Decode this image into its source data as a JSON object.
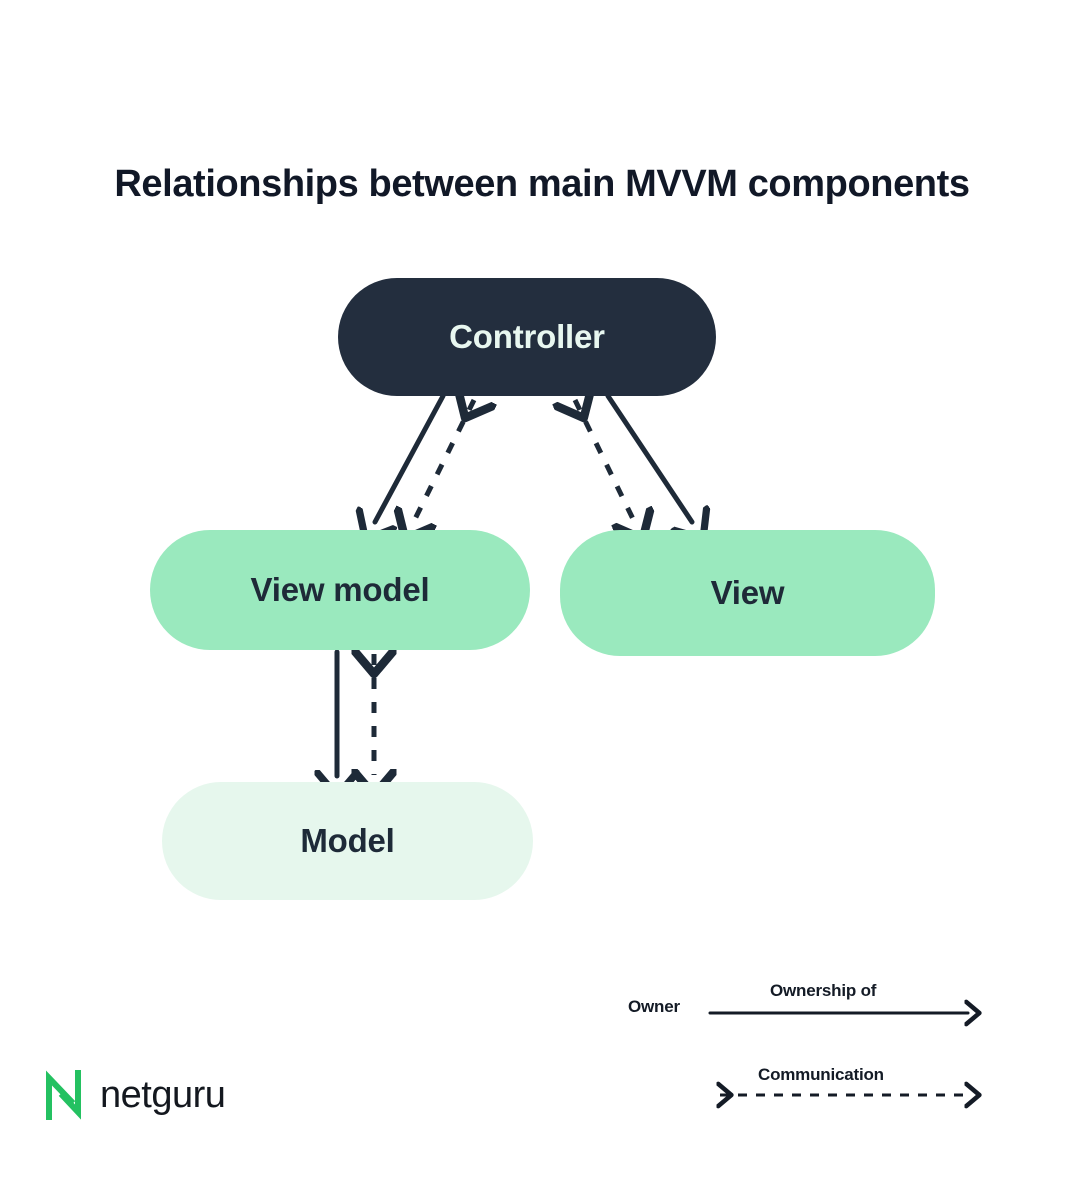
{
  "page": {
    "title": "Relationships between main MVVM components",
    "background_color": "#FFFFFF"
  },
  "colors": {
    "controller_fill": "#232E3E",
    "controller_text": "#E8F7F0",
    "node_green_fill": "#9AE9BE",
    "node_light_fill": "#E6F7ED",
    "node_text": "#1E2A38",
    "arrow_stroke": "#1E2A38",
    "brand_green": "#24C161",
    "wordmark_color": "#14181F"
  },
  "nodes": [
    {
      "id": "controller",
      "label": "Controller",
      "fill": "#232E3E",
      "text_color": "#E8F7F0"
    },
    {
      "id": "view_model",
      "label": "View model",
      "fill": "#9AE9BE",
      "text_color": "#1E2A38"
    },
    {
      "id": "view",
      "label": "View",
      "fill": "#9AE9BE",
      "text_color": "#1E2A38"
    },
    {
      "id": "model",
      "label": "Model",
      "fill": "#E6F7ED",
      "text_color": "#1E2A38"
    }
  ],
  "edges": [
    {
      "id": "controller-owns-view-model",
      "from": "controller",
      "to": "view_model",
      "style": "solid",
      "relation": "Ownership of",
      "direction": "one-way"
    },
    {
      "id": "controller-communicates-view-model",
      "from": "controller",
      "to": "view_model",
      "style": "dashed",
      "relation": "Communication",
      "direction": "two-way"
    },
    {
      "id": "controller-owns-view",
      "from": "controller",
      "to": "view",
      "style": "solid",
      "relation": "Ownership of",
      "direction": "one-way"
    },
    {
      "id": "controller-communicates-view",
      "from": "controller",
      "to": "view",
      "style": "dashed",
      "relation": "Communication",
      "direction": "two-way"
    },
    {
      "id": "view-model-owns-model",
      "from": "view_model",
      "to": "model",
      "style": "solid",
      "relation": "Ownership of",
      "direction": "one-way"
    },
    {
      "id": "view-model-communicates-model",
      "from": "view_model",
      "to": "model",
      "style": "dashed",
      "relation": "Communication",
      "direction": "two-way"
    }
  ],
  "legend": {
    "owner_label": "Owner",
    "ownership_label": "Ownership of",
    "communication_label": "Communication"
  },
  "logo": {
    "mark_name": "netguru-n-mark",
    "wordmark": "netguru",
    "mark_color": "#24C161"
  }
}
